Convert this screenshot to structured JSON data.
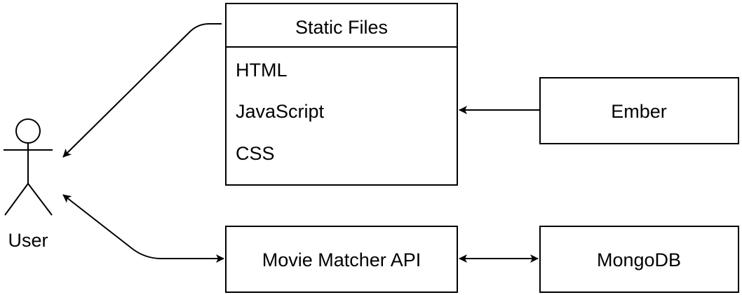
{
  "actor": {
    "label": "User"
  },
  "static_files": {
    "title": "Static Files",
    "items": [
      "HTML",
      "JavaScript",
      "CSS"
    ]
  },
  "ember": {
    "label": "Ember"
  },
  "api": {
    "label": "Movie Matcher API"
  },
  "mongodb": {
    "label": "MongoDB"
  }
}
